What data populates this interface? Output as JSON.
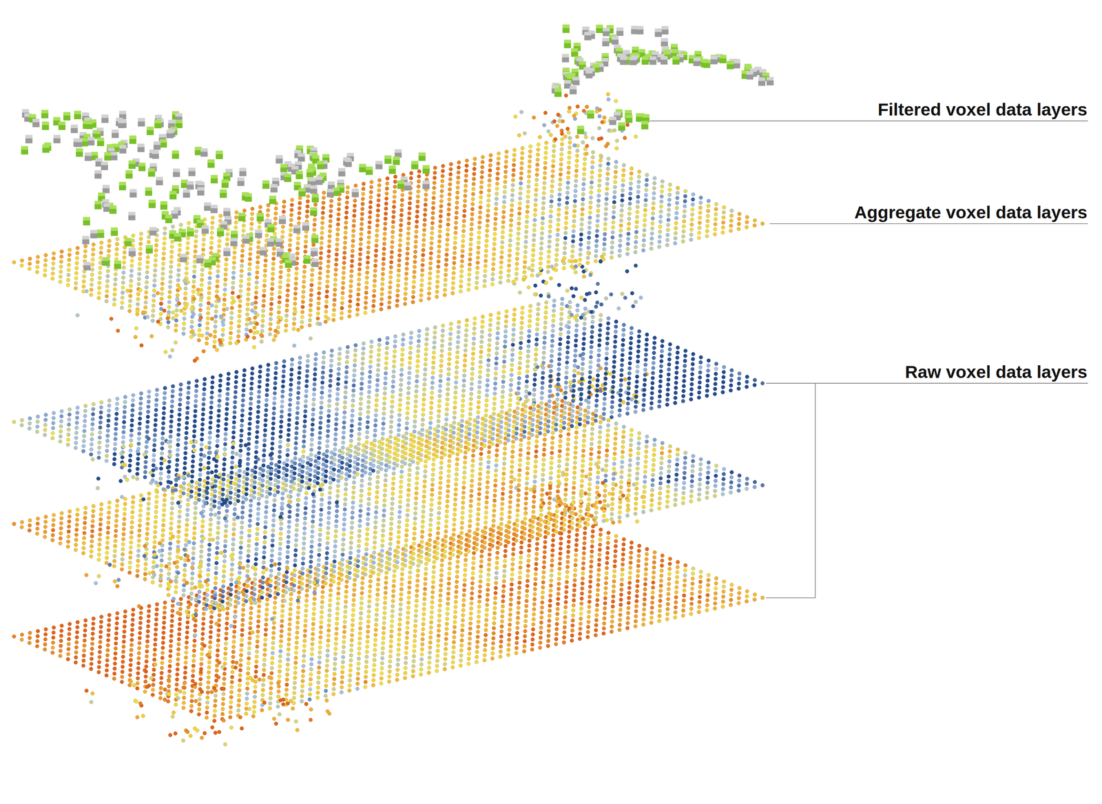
{
  "diagram": {
    "labels": [
      "Filtered voxel data layers",
      "Aggregate voxel data layers",
      "Raw voxel data layers"
    ]
  }
}
